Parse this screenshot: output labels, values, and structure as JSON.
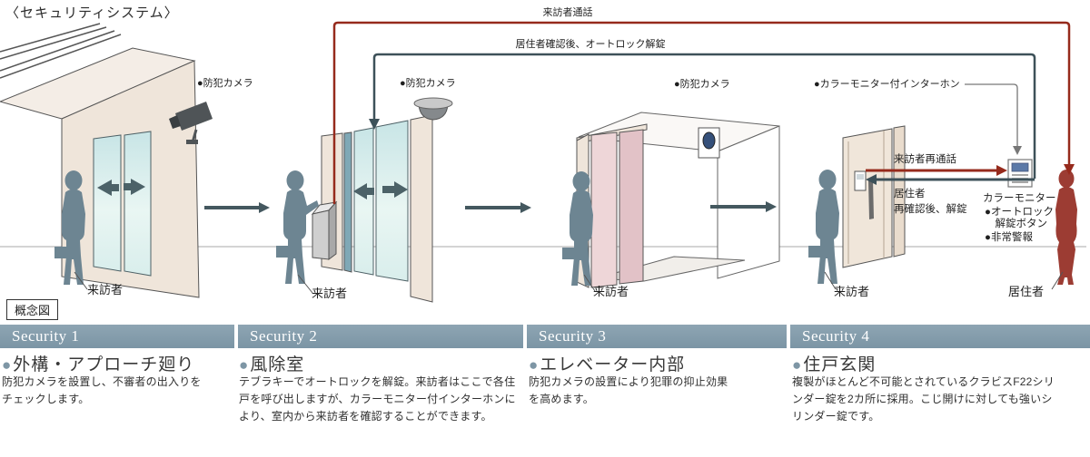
{
  "title": "〈セキュリティシステム〉",
  "note_label": "概念図",
  "bullet": "●",
  "flow": {
    "visitor_call": "来訪者通話",
    "autolock_release": "居住者確認後、オートロック解錠"
  },
  "stage1": {
    "camera_label": "●防犯カメラ",
    "visitor_label": "来訪者"
  },
  "stage2": {
    "camera_label": "●防犯カメラ",
    "visitor_label": "来訪者"
  },
  "stage3": {
    "camera_label": "●防犯カメラ",
    "visitor_label": "来訪者"
  },
  "stage4": {
    "intercom_label": "●カラーモニター付インターホン",
    "visitor_label": "来訪者",
    "resident_label": "居住者",
    "recall_label": "来訪者再通話",
    "unlock_label": "居住者\n再確認後、解錠",
    "monitor_label": "カラーモニター",
    "feature_autolock": "●オートロック\n　解錠ボタン",
    "feature_alarm": "●非常警報"
  },
  "sections": [
    {
      "band": "Security 1",
      "heading": "外構・アプローチ廻り",
      "body": "防犯カメラを設置し、不審者の出入りをチェックします。"
    },
    {
      "band": "Security 2",
      "heading": "風除室",
      "body": "テブラキーでオートロックを解錠。来訪者はここで各住戸を呼び出しますが、カラーモニター付インターホンにより、室内から来訪者を確認することができます。"
    },
    {
      "band": "Security 3",
      "heading": "エレベーター内部",
      "body": "防犯カメラの設置により犯罪の抑止効果を高めます。"
    },
    {
      "band": "Security 4",
      "heading": "住戸玄関",
      "body": "複製がほとんど不可能とされているクラビスF22シリンダー錠を2カ所に採用。こじ開けに対しても強いシリンダー錠です。"
    }
  ],
  "colors": {
    "accent_red": "#962a1c",
    "accent_teal": "#3d5159",
    "band_blue": "#7e98a8",
    "visitor_silhouette": "#6d8592",
    "resident_silhouette": "#9c3c33",
    "wall_cream": "#f0e6da",
    "glass_teal": "#cfe9e8"
  }
}
